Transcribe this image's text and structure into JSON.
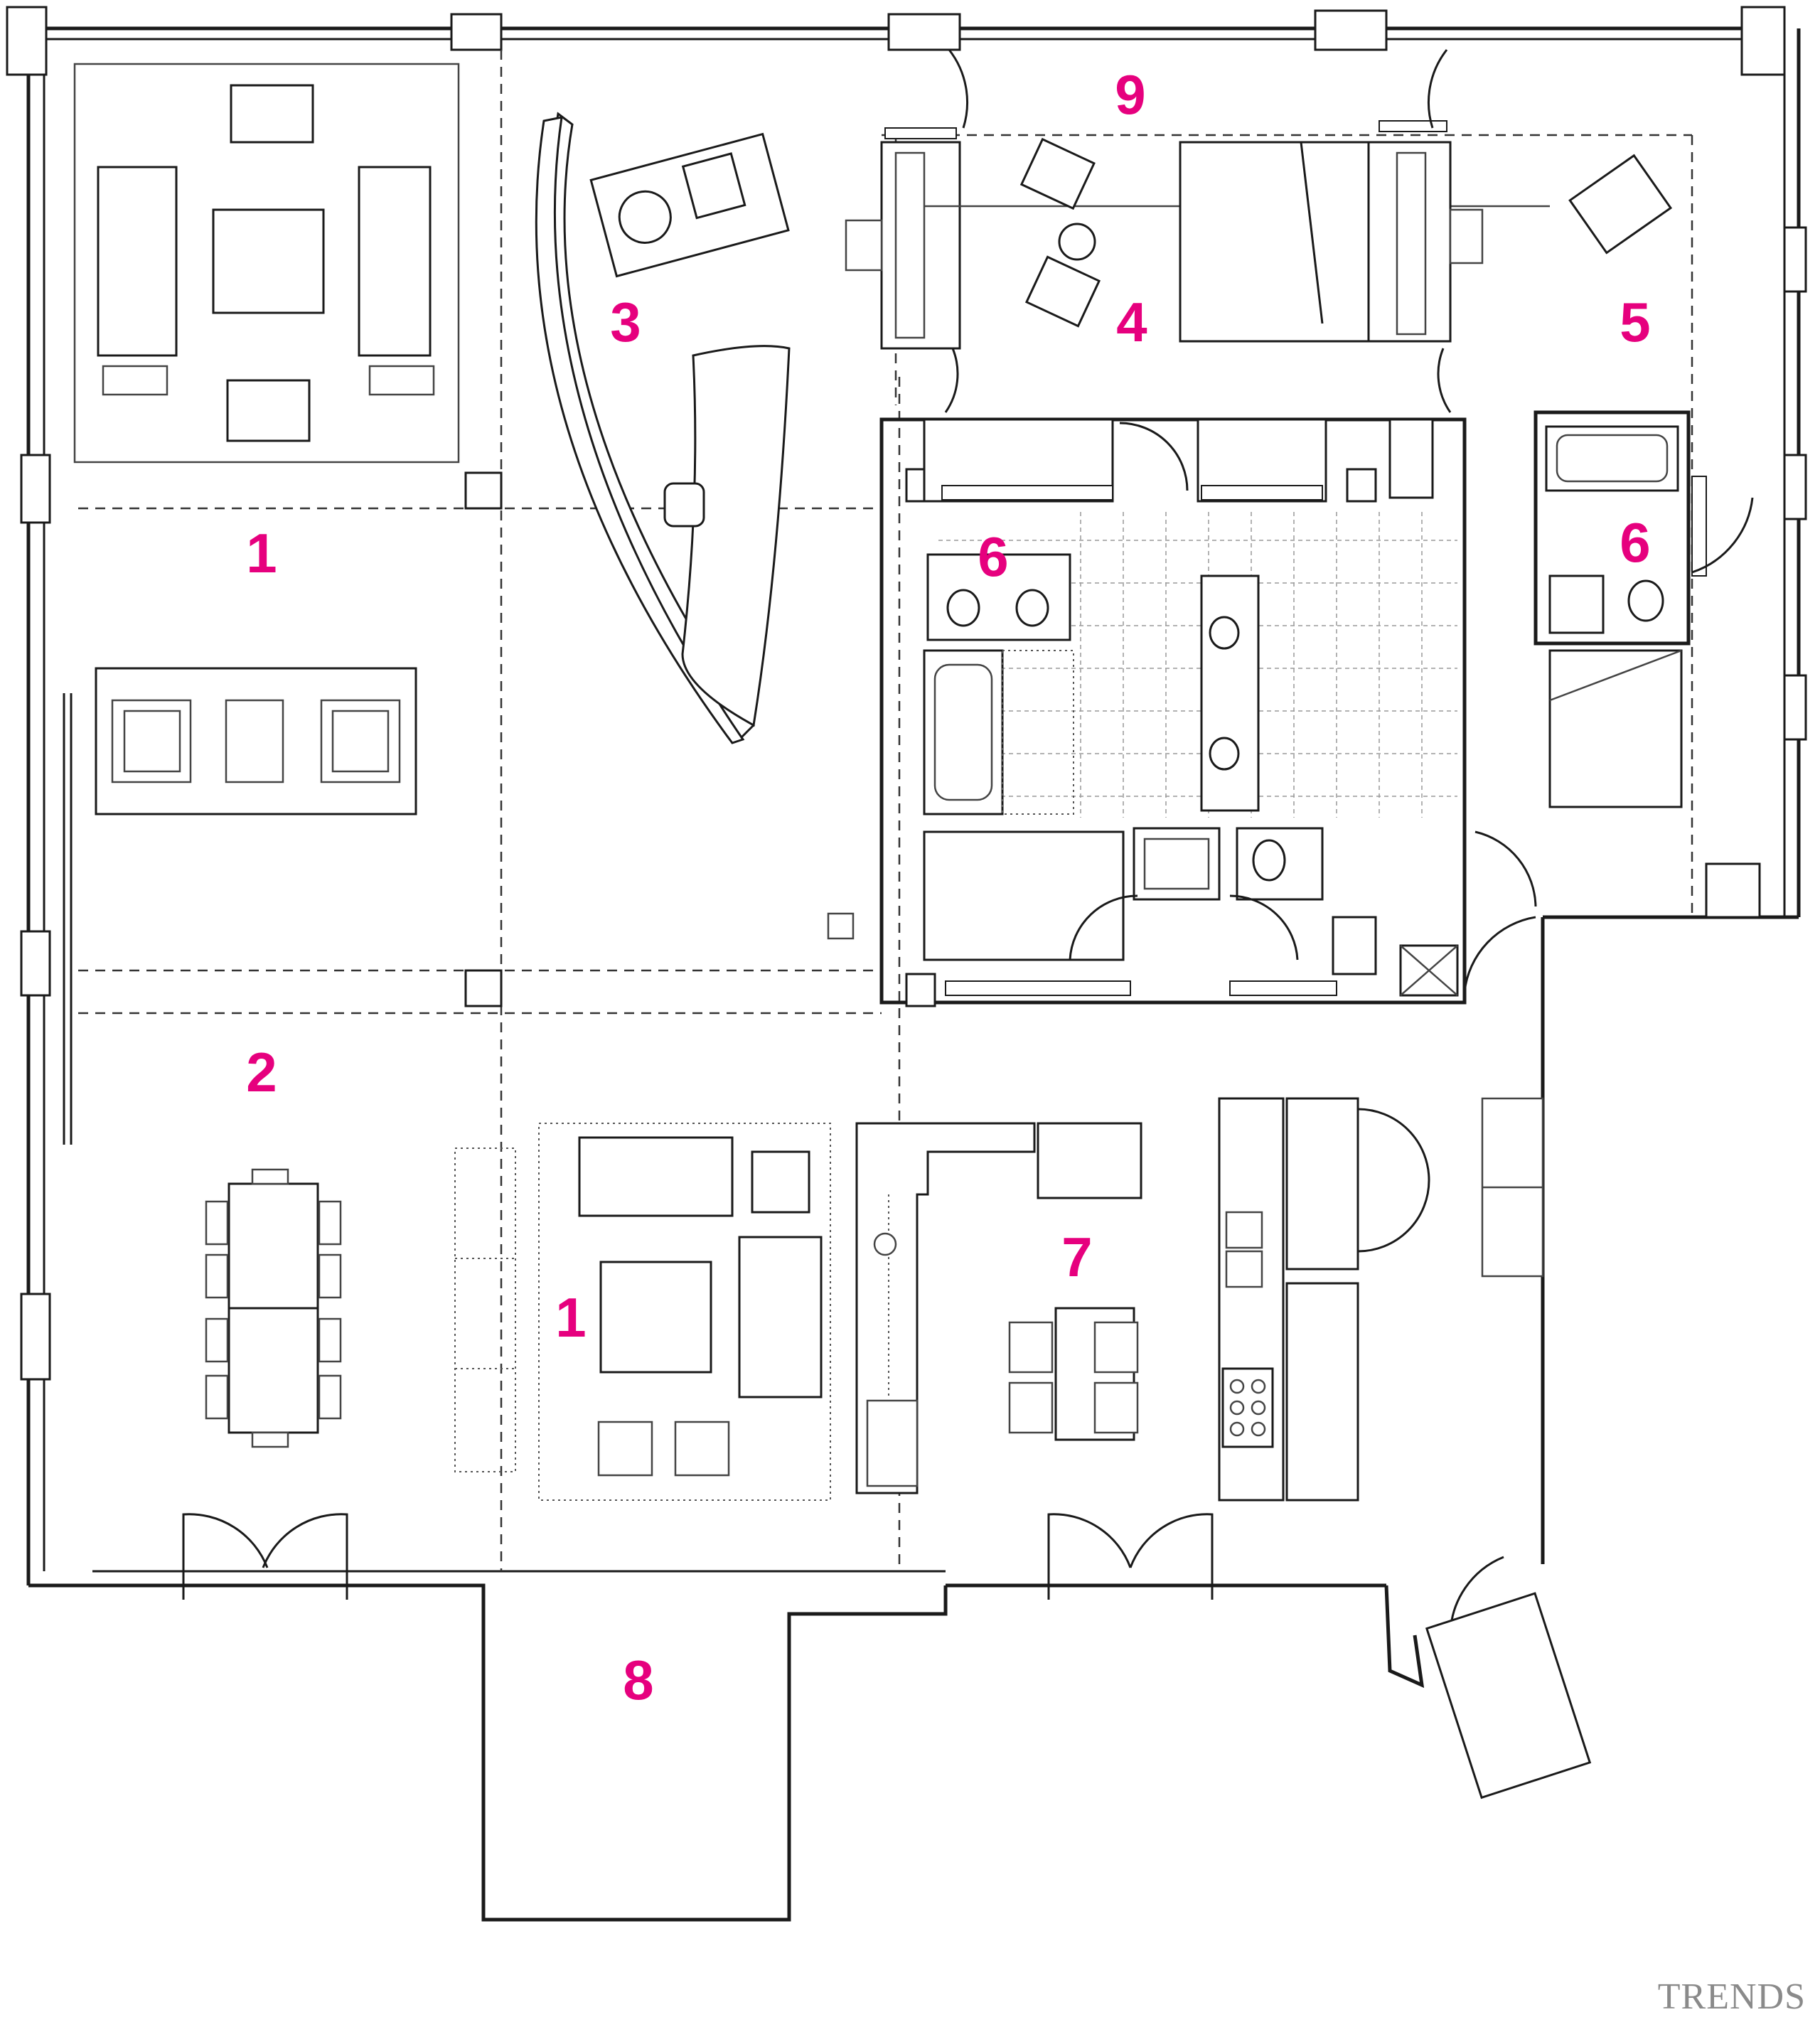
{
  "room_labels": {
    "r1_top": "1",
    "r1_bottom": "1",
    "r2": "2",
    "r3": "3",
    "r4": "4",
    "r5": "5",
    "r6_left": "6",
    "r6_right": "6",
    "r7": "7",
    "r8": "8",
    "r9": "9"
  },
  "watermark": "TRENDS",
  "colors": {
    "label": "#e6007e",
    "line": "#1a1a1a",
    "watermark": "#8a8a8a"
  }
}
